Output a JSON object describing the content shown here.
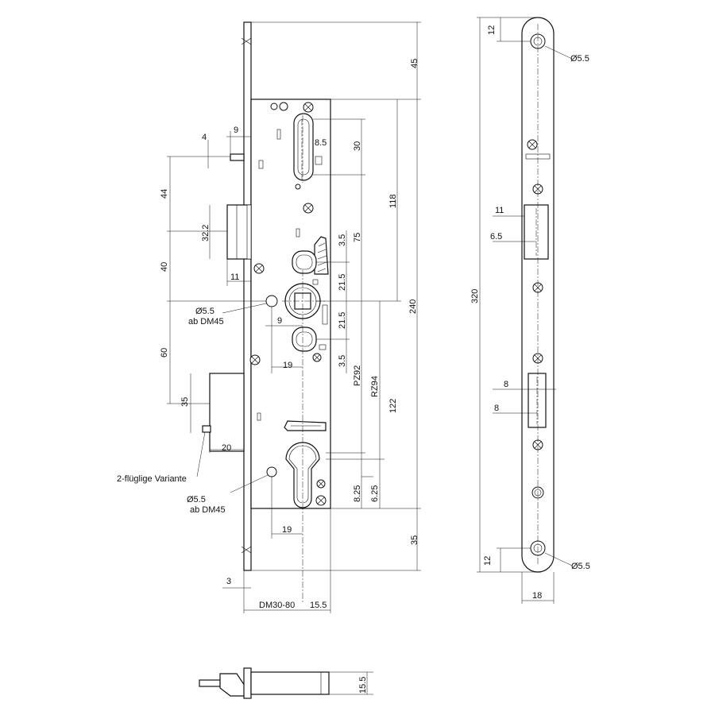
{
  "labels": {
    "top_offset": "45",
    "bottom_offset": "35",
    "dim_9_top": "9",
    "dim_4": "4",
    "dim_8_5": "8.5",
    "dim_30": "30",
    "dim_118": "118",
    "dim_44": "44",
    "dim_32_2": "32.2",
    "dim_3_5_top": "3.5",
    "dim_75": "75",
    "dim_40": "40",
    "dim_11_left": "11",
    "dim_21_5_top": "21.5",
    "dim_240": "240",
    "hole_dia_top": "Ø5.5",
    "hole_note_top": "ab DM45",
    "dim_9_mid": "9",
    "dim_21_5_bottom": "21.5",
    "dim_60": "60",
    "dim_19_top": "19",
    "dim_3_5_bottom": "3.5",
    "dim_pz92": "PZ92",
    "dim_rz94": "RZ94",
    "dim_122": "122",
    "dim_35_left": "35",
    "dim_20": "20",
    "variant_label": "2-flüglige Variante",
    "hole_dia_bottom": "Ø5.5",
    "hole_note_bottom": "ab DM45",
    "dim_8_25": "8.25",
    "dim_6_25": "6.25",
    "dim_19_bottom": "19",
    "dim_3": "3",
    "backset": "DM30-80",
    "dim_15_5_bottom": "15.5",
    "plate_dim_12_top": "12",
    "plate_hole_top": "Ø5.5",
    "plate_dim_11": "11",
    "plate_dim_6_5": "6.5",
    "plate_length": "320",
    "plate_dim_8_a": "8",
    "plate_dim_8_b": "8",
    "plate_dim_12_bottom": "12",
    "plate_hole_bottom": "Ø5.5",
    "plate_width": "18",
    "side_thickness": "15.5"
  }
}
